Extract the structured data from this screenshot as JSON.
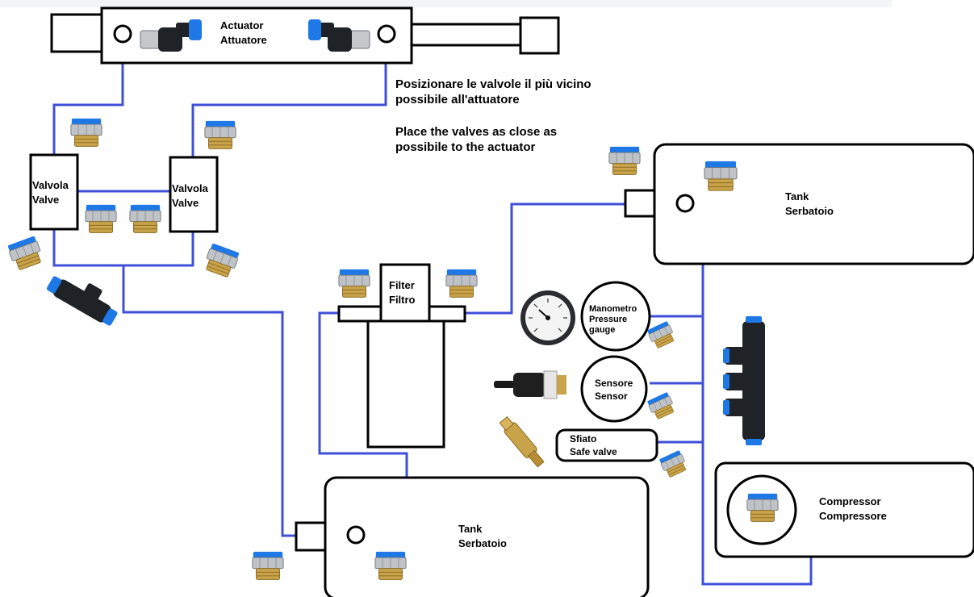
{
  "colors": {
    "hose": "#3f4fd8",
    "outline": "#000000",
    "push_button": "#1e78e6",
    "brass": "#c9a34a",
    "background": "#ffffff"
  },
  "actuator": {
    "line1": "Actuator",
    "line2": "Attuatore"
  },
  "valve_left": {
    "line1": "Valvola",
    "line2": "Valve"
  },
  "valve_right": {
    "line1": "Valvola",
    "line2": "Valve"
  },
  "filter": {
    "line1": "Filter",
    "line2": "Filtro"
  },
  "tank_top": {
    "line1": "Tank",
    "line2": "Serbatoio"
  },
  "tank_bottom": {
    "line1": "Tank",
    "line2": "Serbatoio"
  },
  "manometer": {
    "line1": "Manometro",
    "line2": "Pressure",
    "line3": "gauge"
  },
  "sensor": {
    "line1": "Sensore",
    "line2": "Sensor"
  },
  "safe_valve": {
    "line1": "Sfiato",
    "line2": "Safe valve"
  },
  "compressor": {
    "line1": "Compressor",
    "line2": "Compressore"
  },
  "note": {
    "it_line1": "Posizionare le valvole il più vicino",
    "it_line2": "possibile all'attuatore",
    "en_line1": "Place the valves as close as",
    "en_line2": "possibile to the actuator"
  },
  "icons": [
    "straight-push-fitting-icon",
    "elbow-push-fitting-icon",
    "y-connector-icon",
    "manifold-icon",
    "pressure-gauge-icon",
    "pressure-sensor-icon",
    "safety-valve-icon",
    "brass-adapter-icon"
  ]
}
